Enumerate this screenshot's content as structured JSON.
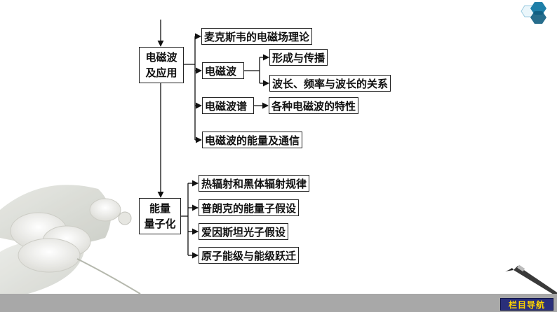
{
  "nodes": {
    "root_a_line1": "电磁波",
    "root_a_line2": "及应用",
    "a1": "麦克斯韦的电磁场理论",
    "a2": "电磁波",
    "a2_1": "形成与传播",
    "a2_2": "波长、频率与波长的关系",
    "a3": "电磁波谱",
    "a3_1": "各种电磁波的特性",
    "a4": "电磁波的能量及通信",
    "root_b_line1": "能量",
    "root_b_line2": "量子化",
    "b1": "热辐射和黑体辐射规律",
    "b2": "普朗克的能量子假设",
    "b3": "爱因斯坦光子假设",
    "b4": "原子能级与能级跃迁"
  },
  "nav": {
    "label": "栏目导航"
  },
  "colors": {
    "hex_logo": "#1e7fa8",
    "nav_bg": "#2a2f7a",
    "nav_text": "#ffd400",
    "footer": "#a8a8a8"
  },
  "icons": [
    "hexagon-logo-icon",
    "brush-pen-icon",
    "lotus-flower-decoration"
  ]
}
